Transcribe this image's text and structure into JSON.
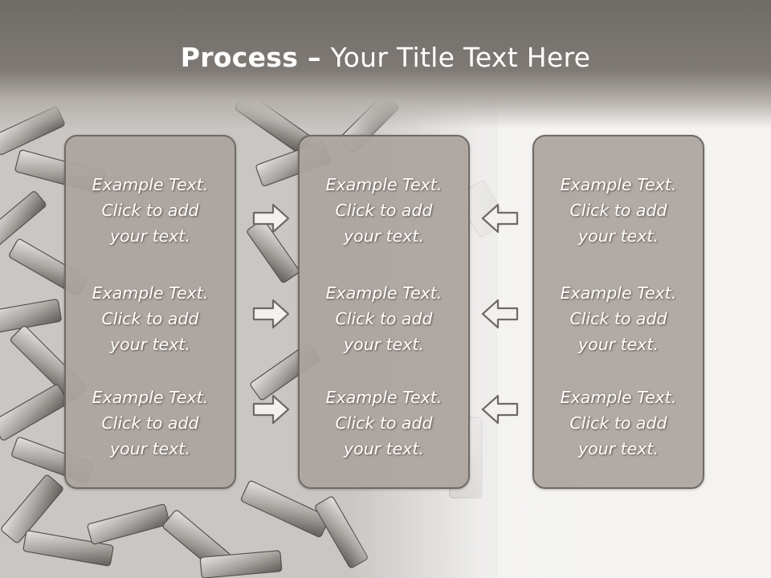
{
  "slide": {
    "title_bold": "Process",
    "title_dash": " – ",
    "title_rest": "Your Title Text Here"
  },
  "columns": [
    {
      "blocks": [
        {
          "line1": "Example Text.",
          "line2": "Click  to add",
          "line3": "your text."
        },
        {
          "line1": "Example Text.",
          "line2": "Click  to add",
          "line3": "your text."
        },
        {
          "line1": "Example Text.",
          "line2": "Click  to add",
          "line3": "your text."
        }
      ]
    },
    {
      "blocks": [
        {
          "line1": "Example Text.",
          "line2": "Click  to add",
          "line3": "your text."
        },
        {
          "line1": "Example Text.",
          "line2": "Click  to add",
          "line3": "your text."
        },
        {
          "line1": "Example Text.",
          "line2": "Click  to add",
          "line3": "your text."
        }
      ]
    },
    {
      "blocks": [
        {
          "line1": "Example Text.",
          "line2": "Click  to add",
          "line3": "your text."
        },
        {
          "line1": "Example Text.",
          "line2": "Click  to add",
          "line3": "your text."
        },
        {
          "line1": "Example Text.",
          "line2": "Click  to add",
          "line3": "your text."
        }
      ]
    }
  ],
  "arrows": {
    "left_group": [
      "arrow-right-icon",
      "arrow-right-icon",
      "arrow-right-icon"
    ],
    "right_group": [
      "arrow-left-icon",
      "arrow-left-icon",
      "arrow-left-icon"
    ]
  },
  "colors": {
    "title_band": "#7a7570",
    "box_fill": "#aca49e",
    "box_border": "#6f6a66",
    "text": "#ffffff"
  }
}
